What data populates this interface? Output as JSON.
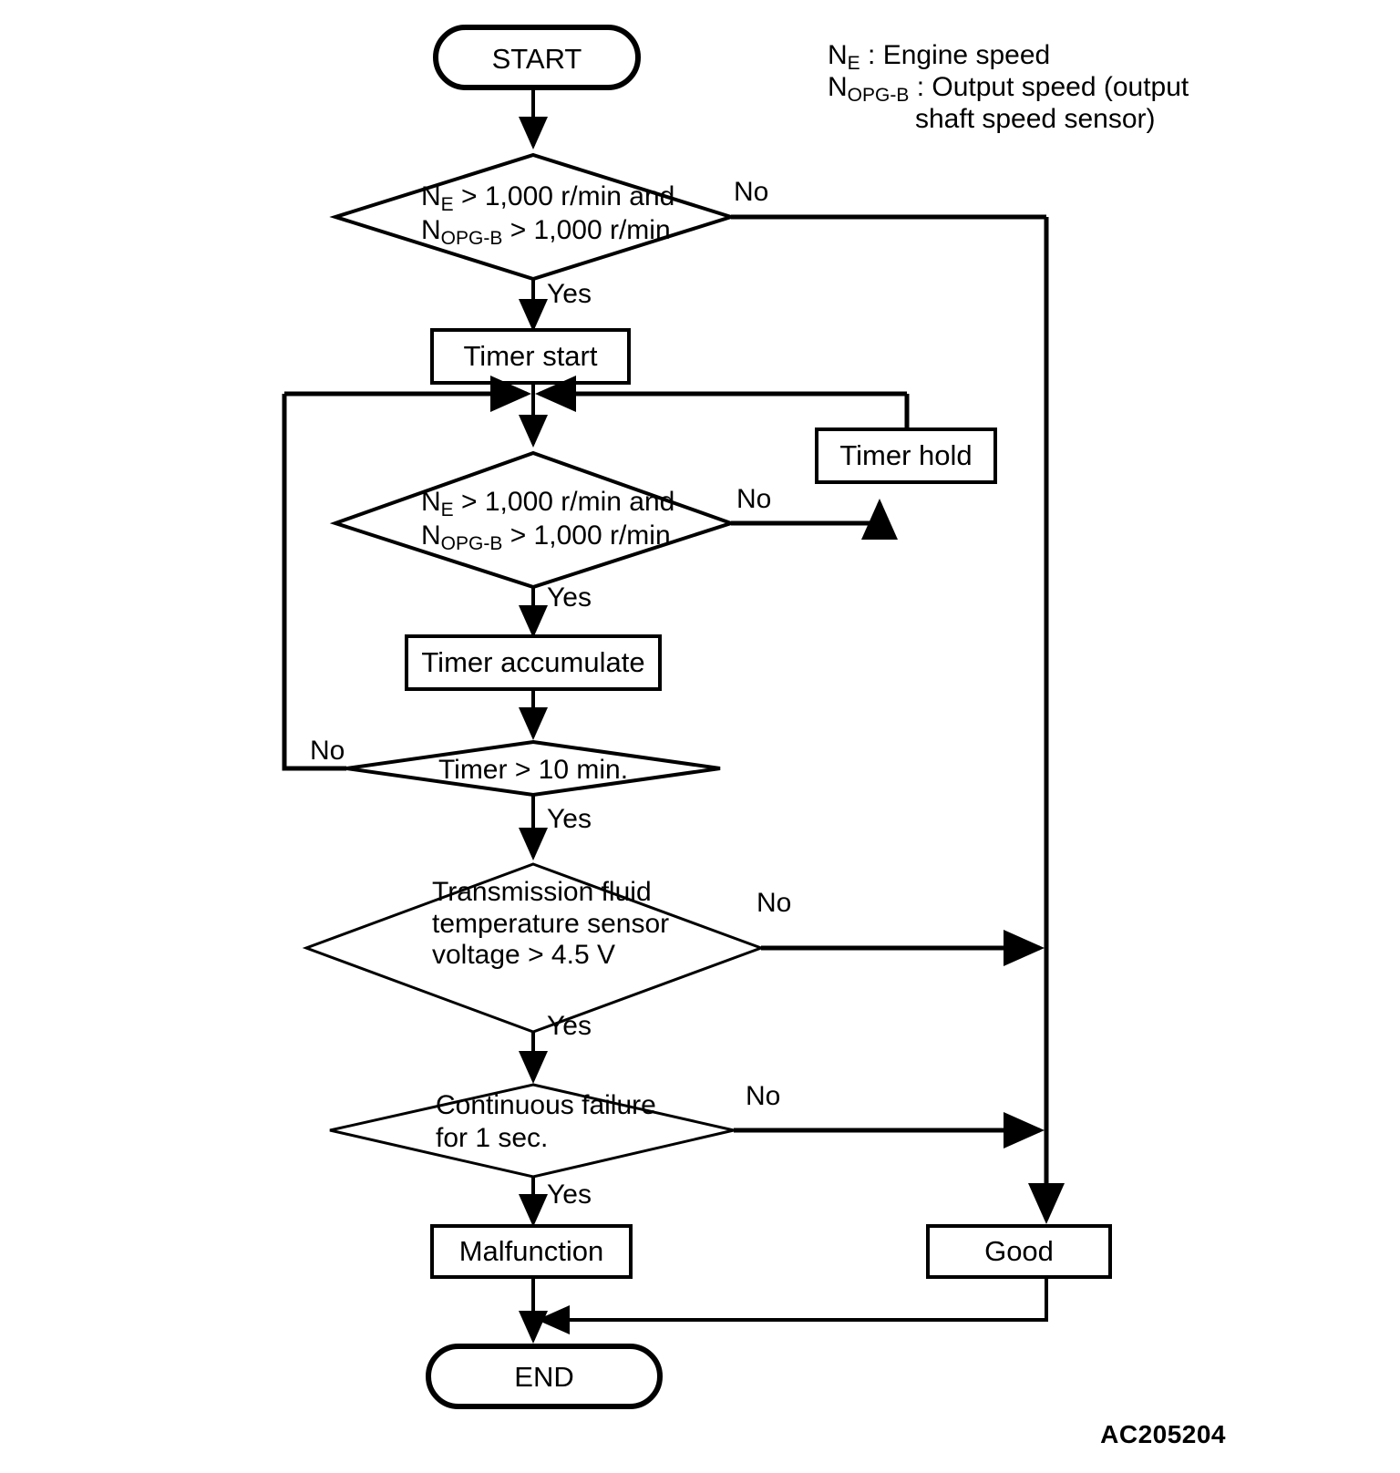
{
  "diagram": {
    "title": "Transmission fluid temperature sensor diagnostic flowchart",
    "figure_code": "AC205204",
    "legend": [
      {
        "symbol": "N",
        "sub": "E",
        "separator": " : ",
        "text": "Engine speed"
      },
      {
        "symbol": "N",
        "sub": "OPG-B",
        "separator": " : ",
        "text": "Output speed (output"
      },
      {
        "symbol": "",
        "sub": "",
        "separator": "",
        "text": "shaft speed sensor)"
      }
    ],
    "nodes": {
      "start": {
        "label": "START",
        "type": "terminator"
      },
      "decision1": {
        "type": "decision",
        "line1_a": "N",
        "line1_sub": "E",
        "line1_b": " > 1,000 r/min and",
        "line2_a": "N",
        "line2_sub": "OPG-B",
        "line2_b": " > 1,000 r/min",
        "yes_label": "Yes",
        "no_label": "No"
      },
      "timer_start": {
        "label": "Timer start",
        "type": "process"
      },
      "decision2": {
        "type": "decision",
        "line1_a": "N",
        "line1_sub": "E",
        "line1_b": " > 1,000 r/min and",
        "line2_a": "N",
        "line2_sub": "OPG-B",
        "line2_b": " > 1,000 r/min",
        "yes_label": "Yes",
        "no_label": "No"
      },
      "timer_hold": {
        "label": "Timer hold",
        "type": "process"
      },
      "timer_accumulate": {
        "label": "Timer accumulate",
        "type": "process"
      },
      "decision3": {
        "type": "decision",
        "line1": "Timer > 10 min.",
        "yes_label": "Yes",
        "no_label": "No"
      },
      "decision4": {
        "type": "decision",
        "line1": "Transmission fluid",
        "line2": "temperature sensor",
        "line3": "voltage > 4.5 V",
        "yes_label": "Yes",
        "no_label": "No"
      },
      "decision5": {
        "type": "decision",
        "line1": "Continuous failure",
        "line2": "for 1 sec.",
        "yes_label": "Yes",
        "no_label": "No"
      },
      "malfunction": {
        "label": "Malfunction",
        "type": "process"
      },
      "good": {
        "label": "Good",
        "type": "process"
      },
      "end": {
        "label": "END",
        "type": "terminator"
      }
    },
    "colors": {
      "stroke": "#000000",
      "fill": "#ffffff",
      "background": "#ffffff"
    }
  }
}
